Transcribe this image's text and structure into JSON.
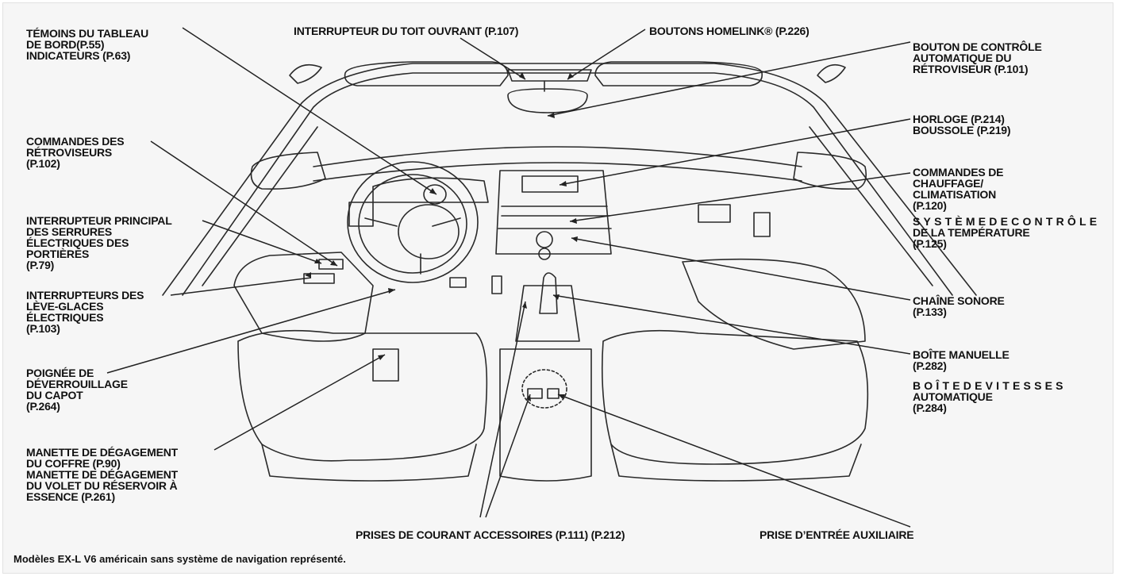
{
  "callouts": {
    "temoins": [
      "TÉMOINS DU TABLEAU",
      "DE BORD(P.55)",
      "INDICATEURS (P.63)"
    ],
    "commandes_retro": [
      "COMMANDES DES",
      "RÉTROVISEURS",
      "(P.102)"
    ],
    "serrures": [
      "INTERRUPTEUR PRINCIPAL",
      "DES SERRURES",
      "ÉLECTRIQUES DES",
      "PORTIÈRES",
      "(P.79)"
    ],
    "leve_glaces": [
      "INTERRUPTEURS DES",
      "LÈVE-GLACES",
      "ÉLECTRIQUES",
      "(P.103)"
    ],
    "capot": [
      "POIGNÉE DE",
      "DÉVERROUILLAGE",
      "DU CAPOT",
      "(P.264)"
    ],
    "coffre": [
      "MANETTE DE DÉGAGEMENT",
      "DU COFFRE (P.90)",
      "MANETTE DE DÉGAGEMENT",
      "DU VOLET DU RÉSERVOIR À",
      "ESSENCE (P.261)"
    ],
    "toit": "INTERRUPTEUR DU TOIT OUVRANT  (P.107)",
    "homelink": "BOUTONS HOMELINK® (P.226)",
    "retroviseur": [
      "BOUTON DE CONTRÔLE",
      "AUTOMATIQUE DU",
      "RÉTROVISEUR  (P.101)"
    ],
    "horloge": [
      "HORLOGE (P.214)",
      "BOUSSOLE  (P.219)"
    ],
    "chauffage": [
      "COMMANDES DE",
      "CHAUFFAGE/",
      "CLIMATISATION",
      "(P.120)"
    ],
    "temperature": [
      "SYSTÈMEDECONTRÔLE",
      "DE LA TEMPÉRATURE",
      "(P.125)"
    ],
    "chaine": [
      "CHAÎNE SONORE",
      "(P.133)"
    ],
    "boite_manuelle": [
      "BOÎTE MANUELLE",
      "(P.282)"
    ],
    "boite_auto": [
      "BOÎTEDEVITESSES",
      "AUTOMATIQUE",
      "(P.284)"
    ],
    "prises": "PRISES DE COURANT ACCESSOIRES (P.111) (P.212)",
    "prise_aux": "PRISE D’ENTRÉE AUXILIAIRE"
  },
  "caption": "Modèles EX-L V6 américain sans système de navigation représenté."
}
